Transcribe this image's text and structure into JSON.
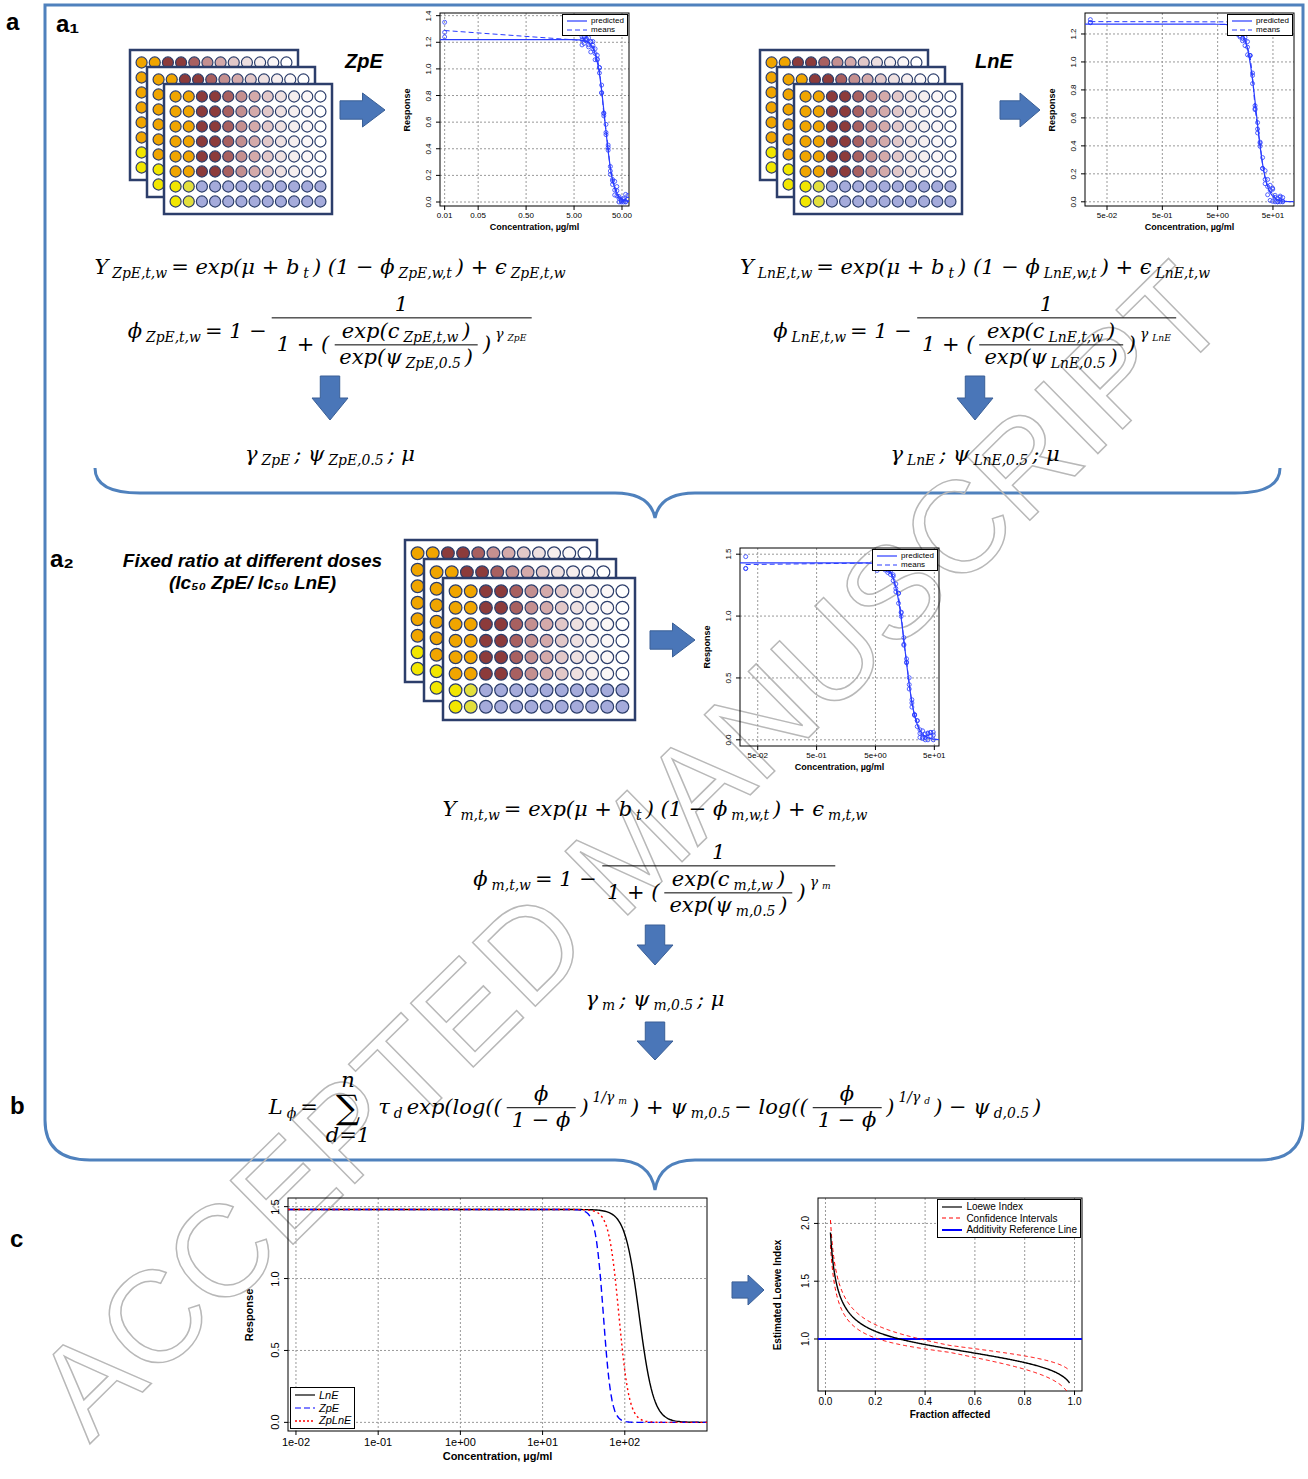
{
  "diagram": {
    "nodes": [
      {
        "text": [
          "Response",
          "Concentration, µg/ml",
          "0.0",
          "0.2",
          "0.4",
          "0.6",
          "0.8",
          "1.0",
          "1.2",
          "1.4",
          "0.01",
          "0.05",
          "0.50",
          "5.00",
          "50.00"
        ]
      },
      {
        "text": [
          "Response",
          "Concentration, µg/ml",
          "0.0",
          "0.2",
          "0.4",
          "0.6",
          "0.8",
          "1.0",
          "1.2",
          "5e-02",
          "5e-01",
          "5e+00",
          "5e+01"
        ]
      },
      {
        "text": [
          "Response",
          "Concentration, µg/ml",
          "0.0",
          "0.5",
          "1.0",
          "1.5",
          "5e-02",
          "5e-01",
          "5e+00",
          "5e+01"
        ]
      },
      {
        "text": [
          "Response",
          "Concentration, µg/ml",
          "0.0",
          "0.5",
          "1.0",
          "1.5",
          "1e-02",
          "1e-01",
          "1e+00",
          "1e+01",
          "1e+02"
        ]
      },
      {
        "text": [
          "Estimated Loewe Index",
          "Fraction affected",
          "1.0",
          "1.5",
          "2.0",
          "0.0",
          "0.2",
          "0.4",
          "0.6",
          "0.8",
          "1.0"
        ]
      }
    ],
    "labels": [
      "a",
      "a₁",
      "ZpE",
      "LnE",
      "a₂",
      "Fixed ratio at different doses (Ic₅₀ ZpE/ Ic₅₀ LnE)",
      "b",
      "c",
      "ACCEPTED MANUSCRIPT",
      "Y",
      "ZpE,t,w",
      "= exp(μ + b",
      "t",
      ") (1 − ϕ",
      "ZpE,w,t",
      ") + ϵ",
      "ZpE,t,w",
      "ϕ",
      "ZpE,t,w",
      "= 1 −",
      "1",
      "1 + (",
      "exp(c",
      "ZpE,t,w",
      ")",
      "exp(ψ",
      "ZpE,0.5",
      ")",
      ")",
      "γ",
      "ZpE",
      "γ",
      "ZpE",
      "; ψ",
      "ZpE,0.5",
      "; μ",
      "Y",
      "LnE,t,w",
      "= exp(μ + b",
      "t",
      ") (1 − ϕ",
      "LnE,w,t",
      ") + ϵ",
      "LnE,t,w",
      "ϕ",
      "LnE,t,w",
      "= 1 −",
      "1",
      "1 + (",
      "exp(c",
      "LnE,t,w",
      ")",
      "exp(ψ",
      "LnE,0.5",
      ")",
      ")",
      "γ",
      "LnE",
      "γ",
      "LnE",
      "; ψ",
      "LnE,0.5",
      "; μ",
      "Y",
      "m,t,w",
      "= exp(μ + b",
      "t",
      ") (1 − ϕ",
      "m,w,t",
      ") + ϵ",
      "m,t,w",
      "ϕ",
      "m,t,w",
      "= 1 −",
      "1",
      "1 + (",
      "exp(c",
      "m,t,w",
      ")",
      "exp(ψ",
      "m,0.5",
      ")",
      ")",
      "γ",
      "m",
      "γ",
      "m",
      "; ψ",
      "m,0.5",
      "; μ",
      "L",
      "ϕ",
      "=",
      "n",
      "∑",
      "d=1",
      "τ",
      "d",
      "exp(log((",
      "ϕ",
      "1 − ϕ",
      ")",
      "1/γ",
      "m",
      ") + ψ",
      "m,0.5",
      "− log((",
      "ϕ",
      "1 − ϕ",
      ")",
      "1/γ",
      "d",
      ") − ψ",
      "d,0.5",
      ")"
    ],
    "legend": [
      {
        "text": "predicted"
      },
      {
        "text": "means"
      },
      {
        "text": "predicted"
      },
      {
        "text": "means"
      },
      {
        "text": "predicted"
      },
      {
        "text": "means"
      },
      {
        "text": "LnE"
      },
      {
        "text": "ZpE"
      },
      {
        "text": "ZpLnE"
      },
      {
        "text": "Loewe Index"
      },
      {
        "text": "Confidence Intervals"
      },
      {
        "text": "Additivity Reference Line"
      }
    ]
  }
}
